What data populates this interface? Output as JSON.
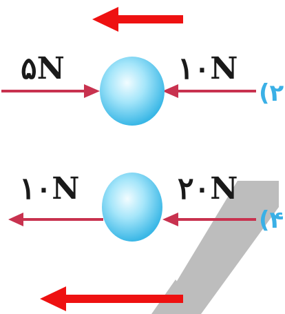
{
  "scenario_2": {
    "number": "(۲",
    "left_force": "۵N",
    "right_force": "۱۰N"
  },
  "scenario_4": {
    "number": "(۴",
    "left_force": "۱۰N",
    "right_force": "۲۰N"
  },
  "colors": {
    "force_line": "#c8324f",
    "answer_arrow": "#ee1111",
    "ball": "#6ed4f2",
    "ball_highlight": "#eafaff",
    "label": "#1a1a1a",
    "number": "#3ab0e6",
    "watermark": "#bdbdbd"
  }
}
